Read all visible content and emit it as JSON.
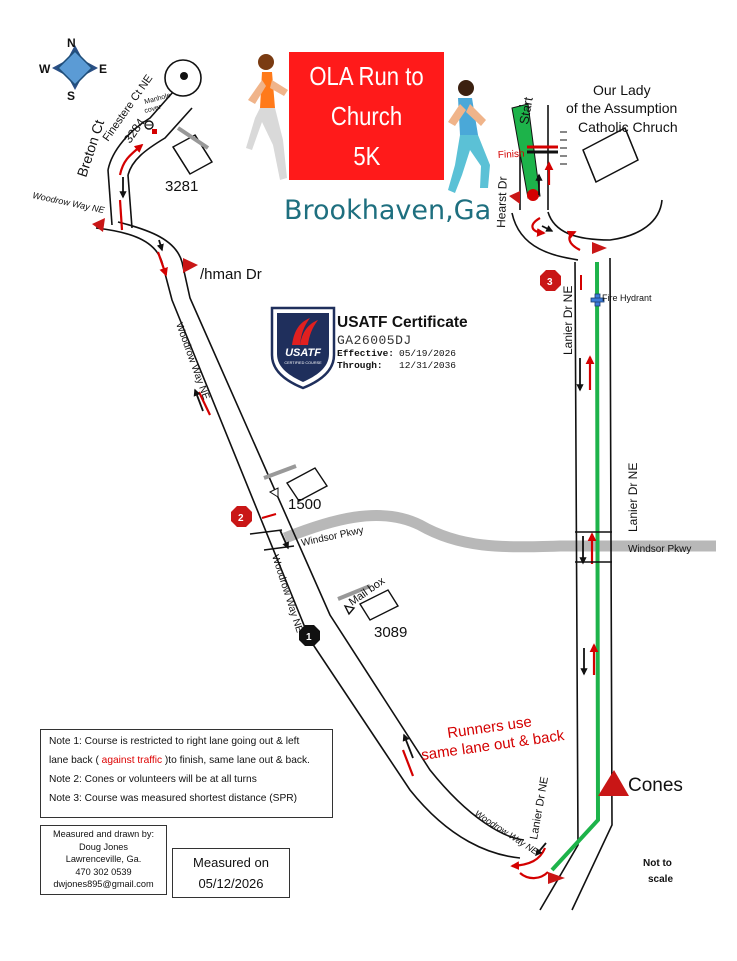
{
  "title": {
    "line1": "OLA Run to Church",
    "line2": "5K"
  },
  "subtitle": "Brookhaven,Ga",
  "compass": {
    "n": "N",
    "s": "S",
    "e": "E",
    "w": "W"
  },
  "church": {
    "line1": "Our Lady",
    "line2": "of the Assumption",
    "line3": "Catholic Chruch"
  },
  "labels": {
    "finestere": "Finestere Ct NE",
    "house_3284": "3284",
    "manhole": "Manhole",
    "cover": "cover",
    "house_3281": "3281",
    "breton": "Breton Ct",
    "woodrow_top": "Woodrow Way NE",
    "ashman": "/hman Dr",
    "woodrow_mid": "Woodrow Way NE",
    "house_1500": "1500",
    "windsor_left": "Windsor Pkwy",
    "woodrow_lower": "Woodrow Way NE",
    "mailbox": "Mail box",
    "house_3089": "3089",
    "start": "Start",
    "finish": "Finish",
    "hearst": "Hearst Dr",
    "fire_hydrant": "Fire Hydrant",
    "lanier_1": "Lanier Dr NE",
    "lanier_2": "Lanier Dr NE",
    "windsor_right": "Windsor Pkwy",
    "lanier_3": "Lanier Dr NE",
    "woodrow_bottom": "Woodrow Way NE",
    "runners_1": "Runners use",
    "runners_2": "same lane out & back",
    "cones": "Cones",
    "not_to": "Not to",
    "scale": "scale",
    "marker_1": "1",
    "marker_2": "2",
    "marker_3": "3"
  },
  "certificate": {
    "title": "USATF Certificate",
    "number": "GA26005DJ",
    "effective_label": "Effective:",
    "effective": "05/19/2026",
    "through_label": "Through:",
    "through": "12/31/2036",
    "badge": "USATF",
    "badge_sub": "CERTIFIED COURSE"
  },
  "notes": {
    "n1a": "Note 1: Course is restricted to right lane going out & left",
    "n1b": "lane back ( ",
    "n1c": "against traffic",
    "n1d": " )to finish, same lane out & back.",
    "n2": "Note 2: Cones or volunteers will be at all turns",
    "n3": "Note 3: Course was measured shortest distance (SPR)"
  },
  "measured_by": {
    "l1": "Measured and drawn by:",
    "l2": "Doug Jones",
    "l3": "Lawrenceville, Ga.",
    "l4": "470 302 0539",
    "l5": "dwjones895@gmail.com"
  },
  "measured_on": {
    "label": "Measured on",
    "date": "05/12/2026"
  },
  "colors": {
    "title_bg": "#ff1a1a",
    "course_red": "#d40000",
    "route_green": "#1db34a",
    "road_gray": "#b8b8b8",
    "subtitle": "#1e6f7f"
  }
}
